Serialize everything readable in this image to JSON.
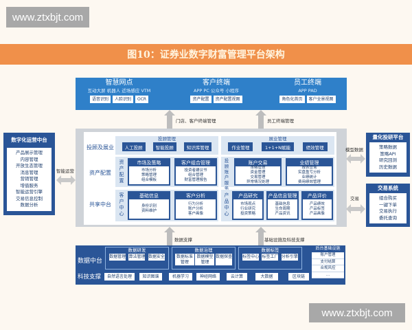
{
  "watermark": "www.ztxbjt.com",
  "title": "图10：证券业数字财富管理平台架构",
  "terminals": [
    {
      "title": "智慧网点",
      "sub": "互动大屏  机器人  近场感应  VTM",
      "boxes": [
        "语音识别",
        "人脸识别",
        "OCR"
      ]
    },
    {
      "title": "客户终端",
      "sub": "APP  PC  公众号  小程序",
      "boxes": [
        "资产配置",
        "资产配置视图"
      ]
    },
    {
      "title": "员工终端",
      "sub": "APP    PAD",
      "boxes": [
        "角色化首页",
        "客户全景视图"
      ]
    }
  ],
  "arrows": {
    "up1": "门店、客户终端管理",
    "up2": "员工终端管理",
    "down1": "数据支撑",
    "down2": "基础设施及科技支撑",
    "left": "智能运营",
    "right1": "模型数据",
    "right2": "交易"
  },
  "rows": {
    "r1": "投顾及展业",
    "r2": "资产配置",
    "r3": "共享中台"
  },
  "advisor": {
    "title": "投顾管理",
    "items": [
      "人工投顾",
      "智能投顾",
      "知识库管理"
    ]
  },
  "exhibit": {
    "title": "展业管理",
    "items": [
      "作业管理",
      "1+1+N赋能",
      "绩效管理"
    ]
  },
  "asset": {
    "label": "资产配置",
    "boxes": [
      {
        "title": "市场及策略",
        "items": [
          "市场分析",
          "策略管理",
          "组合模板"
        ]
      },
      {
        "title": "客户组合管理",
        "items": [
          "投资者建议书",
          "组合管理",
          "财富管理报告"
        ]
      }
    ]
  },
  "account": {
    "label": "投顾账户服务",
    "boxes": [
      {
        "title": "账户交易",
        "items": [
          "策略管理",
          "资金管理",
          "交易管理",
          "异常情况处理"
        ]
      },
      {
        "title": "业绩管理",
        "items": [
          "报表查询",
          "实盘盈亏分析",
          "业绩统计",
          "费用绩效管理"
        ]
      }
    ]
  },
  "customer": {
    "label": "客户中心",
    "boxes": [
      {
        "title": "基础信息",
        "items": [
          "身份识别",
          "资料维护"
        ]
      },
      {
        "title": "客户分析",
        "items": [
          "行为分析",
          "账户分析",
          "客户画像"
        ]
      }
    ]
  },
  "product": {
    "label": "产品中心",
    "boxes": [
      {
        "title": "产品研究",
        "items": [
          "市场观点",
          "行业研究",
          "投资策略"
        ]
      },
      {
        "title": "产品信息管理",
        "items": [
          "基础信息",
          "生命周期",
          "产品资讯"
        ]
      },
      {
        "title": "产品评价",
        "items": [
          "产品绩效",
          "产品标签",
          "产品画像"
        ]
      }
    ]
  },
  "ops": {
    "title": "数字化运营中台",
    "items": [
      "产品展示管理",
      "内容管理",
      "开放生态管理",
      "消息管理",
      "营销管理",
      "增值服务",
      "智能运营引擎",
      "交易信息控制",
      "数据分析"
    ]
  },
  "quant": {
    "title": "量化投研平台",
    "items": [
      "策略数据",
      "策略API",
      "研究回测",
      "历史数据"
    ]
  },
  "trade": {
    "title": "交易系统",
    "items": [
      "组合购买",
      "一键下单",
      "交易执行",
      "委托查询"
    ]
  },
  "data_center": {
    "label": "数据中台",
    "groups": [
      {
        "title": "数据研发",
        "items": [
          "数据管理",
          "算法管理",
          "数据安全"
        ]
      },
      {
        "title": "数据治理",
        "items": [
          "数据标准管理",
          "数据模型管理",
          "数据探查"
        ]
      },
      {
        "title": "数据标签",
        "items": [
          "标签中心",
          "标签工厂",
          "分析引擎"
        ]
      }
    ]
  },
  "backend": {
    "title": "后台基础设施",
    "items": [
      "账户管理",
      "支付结算",
      "合规风控",
      "..."
    ]
  },
  "tech": {
    "label": "科技支撑",
    "items": [
      "自然语言处理",
      "知识图谱",
      "机器学习",
      "神经网络",
      "云计算",
      "大数据",
      "区块链"
    ]
  },
  "colors": {
    "orange": "#f0904a",
    "blue": "#2f80c9",
    "navy": "#2a5597"
  }
}
